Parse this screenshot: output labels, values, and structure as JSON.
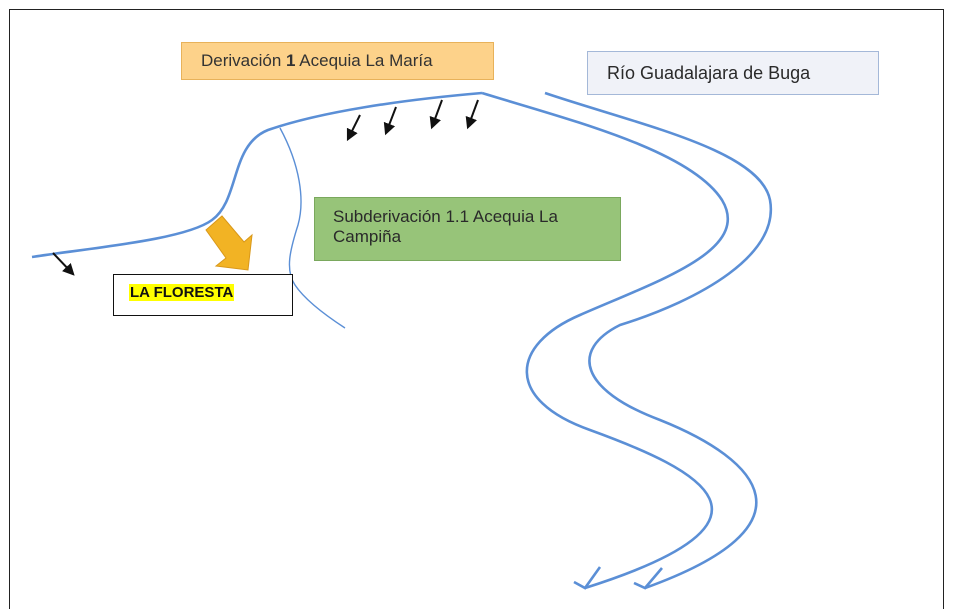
{
  "labels": {
    "derivacion_prefix": "Derivación ",
    "derivacion_number": "1",
    "derivacion_suffix": " Acequia La María",
    "rio": "Río Guadalajara  de Buga",
    "subderivacion": "Subderivación 1.1 Acequia La Campiña",
    "floresta": "LA FLORESTA"
  },
  "colors": {
    "water_line": "#5b8fd6",
    "derivacion_fill": "#fdd28a",
    "subderivacion_fill": "#97c479",
    "rio_fill": "#f0f2f8",
    "highlight": "#ffff00",
    "location_arrow": "#f2b324"
  }
}
